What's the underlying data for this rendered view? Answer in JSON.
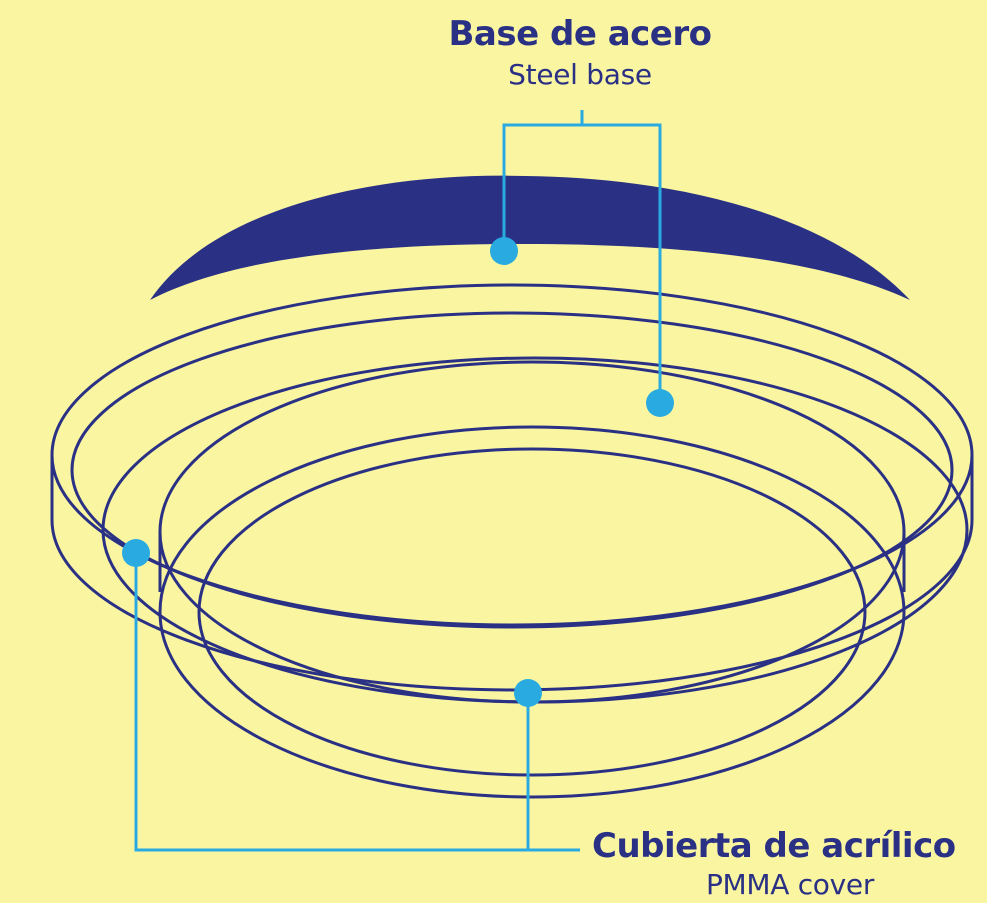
{
  "colors": {
    "background": "#FAF5A0",
    "outline": "#2A3185",
    "leader": "#29ABE2"
  },
  "labels": {
    "steel": {
      "spanish": "Base de acero",
      "english": "Steel base"
    },
    "cover": {
      "spanish": "Cubierta de acrílico",
      "english": "PMMA cover"
    }
  }
}
